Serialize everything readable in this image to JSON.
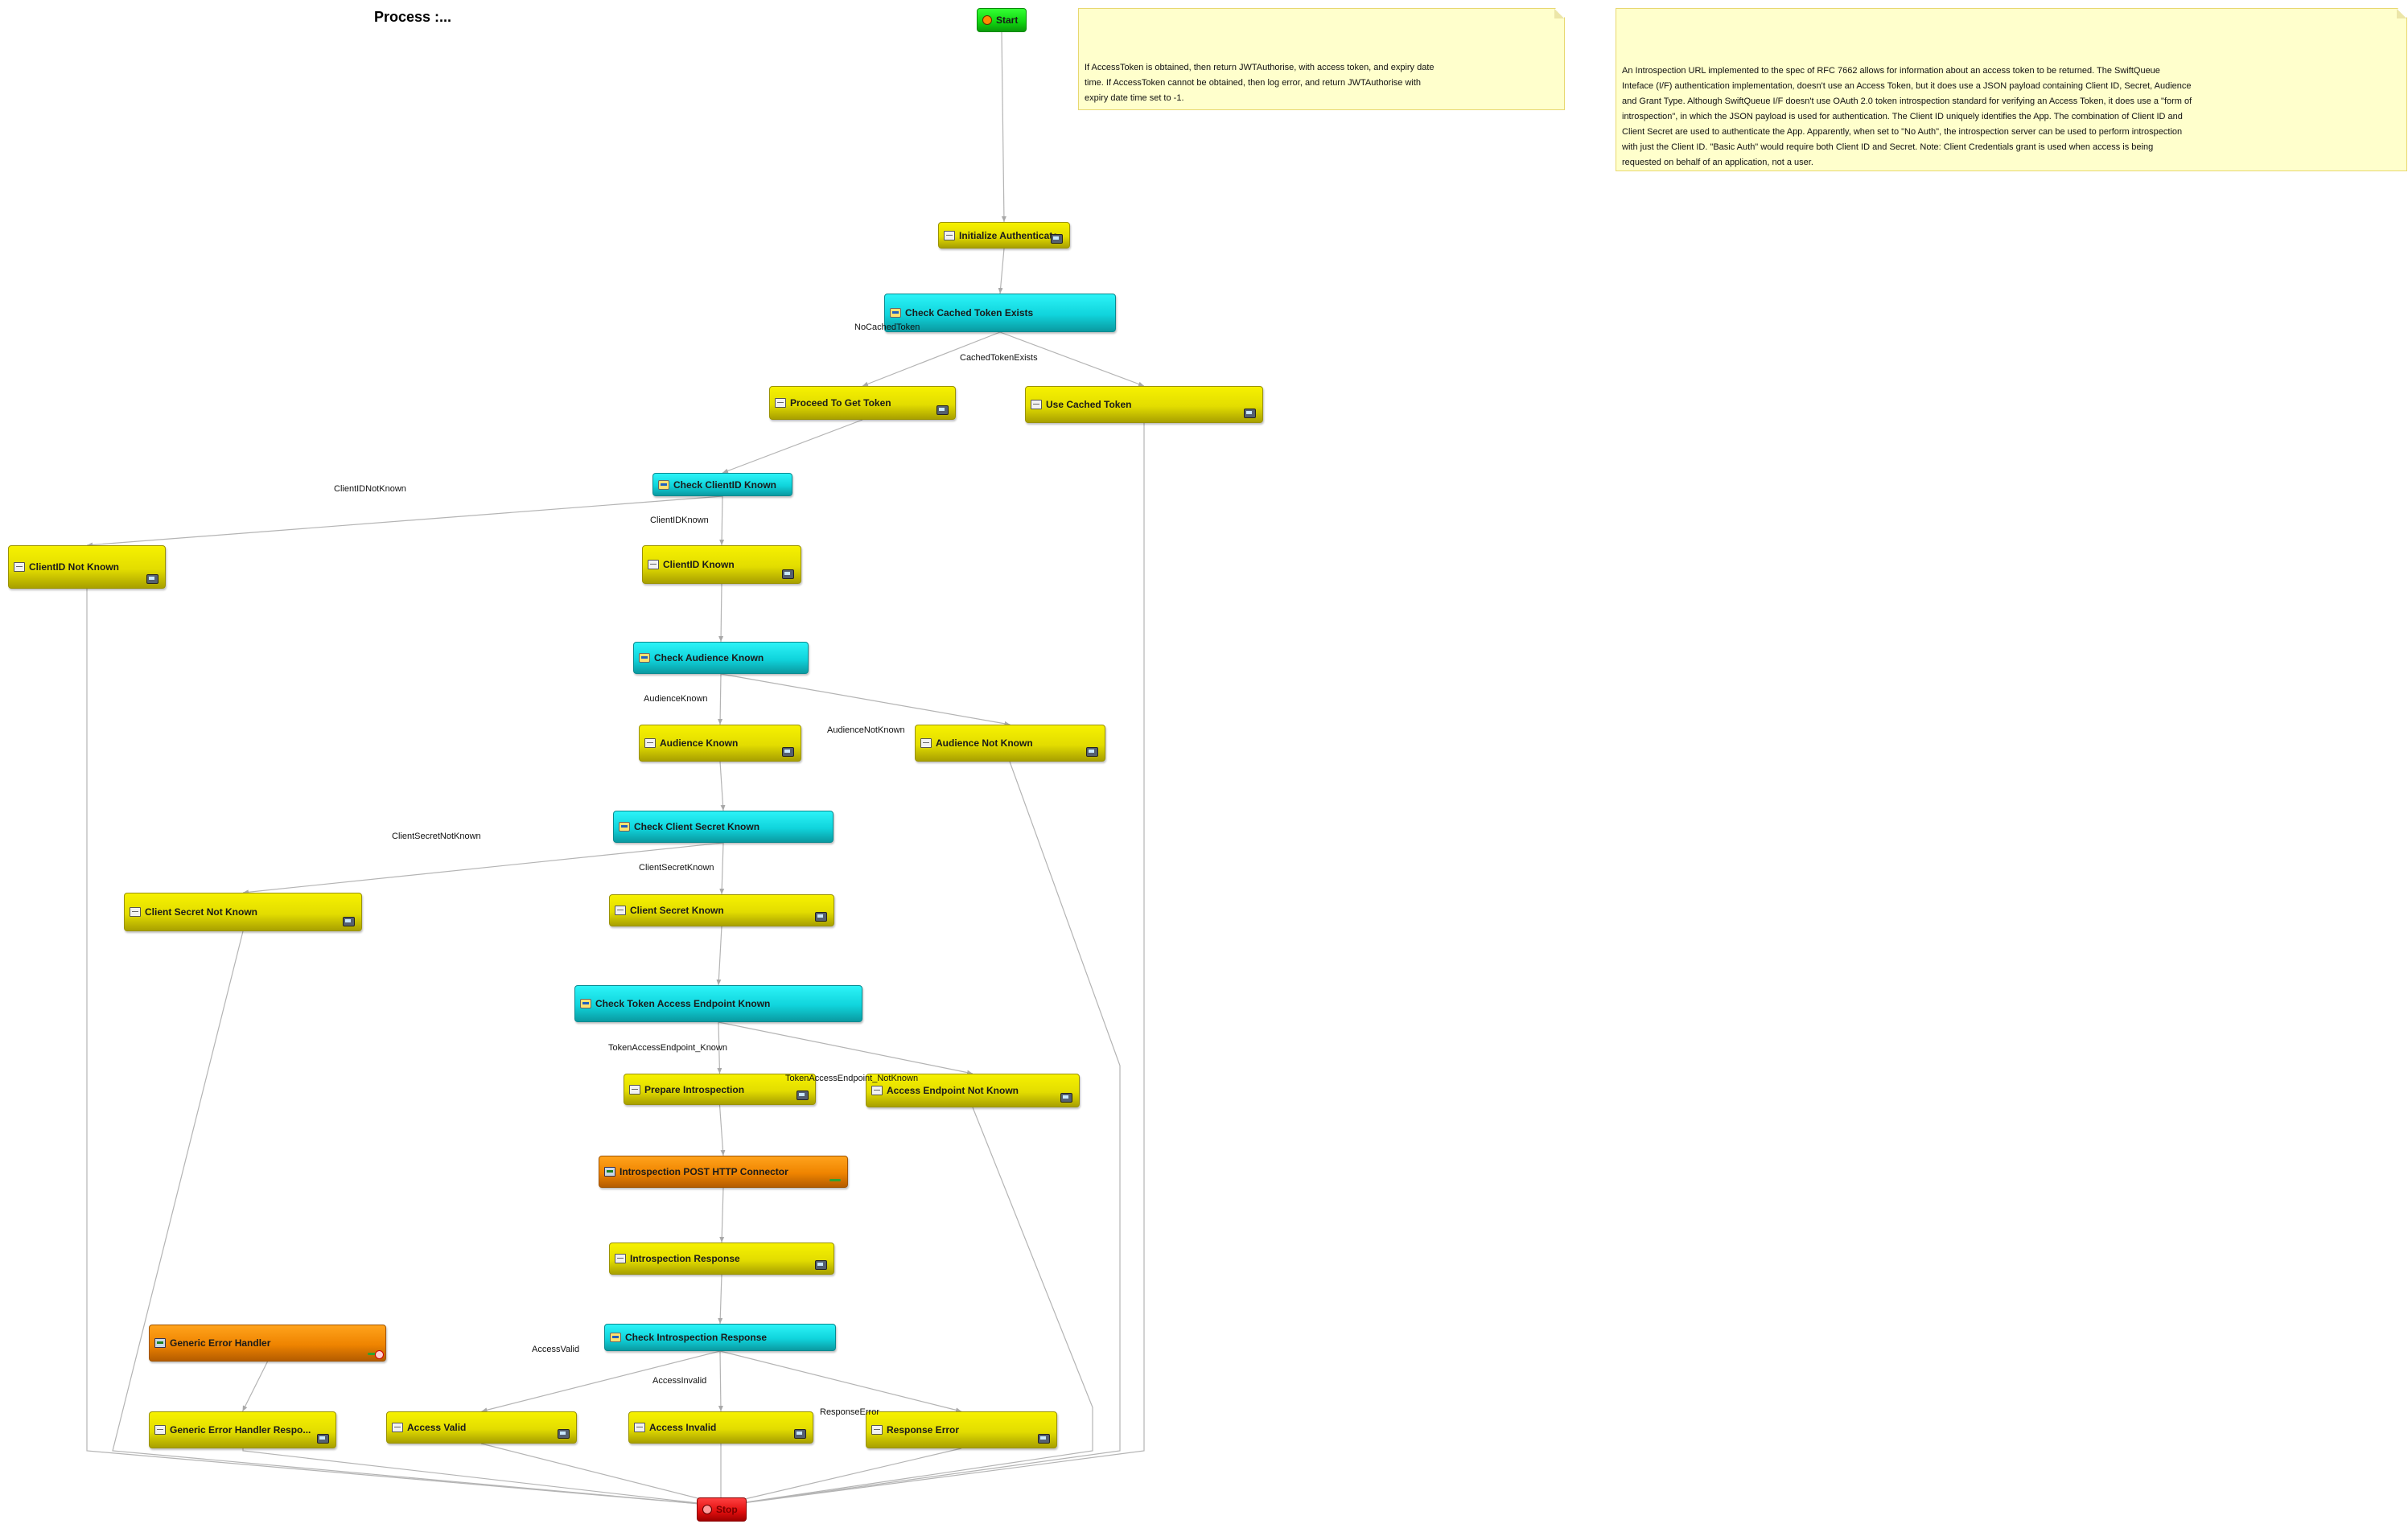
{
  "title": "Process :...",
  "nodes": [
    {
      "id": "start",
      "label": "Start",
      "kind": "start"
    },
    {
      "id": "init",
      "label": "Initialize Authenticate",
      "kind": "task"
    },
    {
      "id": "checkCached",
      "label": "Check Cached Token Exists",
      "kind": "decision"
    },
    {
      "id": "proceedGet",
      "label": "Proceed To Get Token",
      "kind": "task"
    },
    {
      "id": "useCached",
      "label": "Use Cached Token",
      "kind": "task"
    },
    {
      "id": "checkClientId",
      "label": "Check ClientID Known",
      "kind": "decision"
    },
    {
      "id": "clientIdNotKnown",
      "label": "ClientID Not Known",
      "kind": "task"
    },
    {
      "id": "clientIdKnown",
      "label": "ClientID Known",
      "kind": "task"
    },
    {
      "id": "checkAudience",
      "label": "Check Audience Known",
      "kind": "decision"
    },
    {
      "id": "audienceKnown",
      "label": "Audience Known",
      "kind": "task"
    },
    {
      "id": "audienceNotKnown",
      "label": "Audience Not Known",
      "kind": "task"
    },
    {
      "id": "checkSecret",
      "label": "Check Client Secret Known",
      "kind": "decision"
    },
    {
      "id": "secretNotKnown",
      "label": "Client Secret Not Known",
      "kind": "task"
    },
    {
      "id": "secretKnown",
      "label": "Client Secret Known",
      "kind": "task"
    },
    {
      "id": "checkEndpoint",
      "label": "Check Token Access Endpoint Known",
      "kind": "decision"
    },
    {
      "id": "prepareIntro",
      "label": "Prepare Introspection",
      "kind": "task"
    },
    {
      "id": "endpointNotKnown",
      "label": "Access Endpoint Not Known",
      "kind": "task"
    },
    {
      "id": "introPost",
      "label": "Introspection POST HTTP Connector",
      "kind": "connector"
    },
    {
      "id": "introResponse",
      "label": "Introspection Response",
      "kind": "task"
    },
    {
      "id": "genericError",
      "label": "Generic Error Handler",
      "kind": "connector"
    },
    {
      "id": "checkIntroResp",
      "label": "Check Introspection Response",
      "kind": "decision"
    },
    {
      "id": "genericErrorResp",
      "label": "Generic Error Handler Respo...",
      "kind": "task"
    },
    {
      "id": "accessValid",
      "label": "Access Valid",
      "kind": "task"
    },
    {
      "id": "accessInvalid",
      "label": "Access Invalid",
      "kind": "task"
    },
    {
      "id": "responseError",
      "label": "Response Error",
      "kind": "task"
    },
    {
      "id": "stop",
      "label": "Stop",
      "kind": "stop"
    }
  ],
  "edges": [
    {
      "from": "start",
      "to": "init",
      "label": ""
    },
    {
      "from": "init",
      "to": "checkCached",
      "label": ""
    },
    {
      "from": "checkCached",
      "to": "proceedGet",
      "label": "NoCachedToken"
    },
    {
      "from": "checkCached",
      "to": "useCached",
      "label": "CachedTokenExists"
    },
    {
      "from": "proceedGet",
      "to": "checkClientId",
      "label": ""
    },
    {
      "from": "checkClientId",
      "to": "clientIdNotKnown",
      "label": "ClientIDNotKnown"
    },
    {
      "from": "checkClientId",
      "to": "clientIdKnown",
      "label": "ClientIDKnown"
    },
    {
      "from": "clientIdKnown",
      "to": "checkAudience",
      "label": ""
    },
    {
      "from": "checkAudience",
      "to": "audienceKnown",
      "label": "AudienceKnown"
    },
    {
      "from": "checkAudience",
      "to": "audienceNotKnown",
      "label": "AudienceNotKnown"
    },
    {
      "from": "audienceKnown",
      "to": "checkSecret",
      "label": ""
    },
    {
      "from": "checkSecret",
      "to": "secretNotKnown",
      "label": "ClientSecretNotKnown"
    },
    {
      "from": "checkSecret",
      "to": "secretKnown",
      "label": "ClientSecretKnown"
    },
    {
      "from": "secretKnown",
      "to": "checkEndpoint",
      "label": ""
    },
    {
      "from": "checkEndpoint",
      "to": "prepareIntro",
      "label": "TokenAccessEndpoint_Known"
    },
    {
      "from": "checkEndpoint",
      "to": "endpointNotKnown",
      "label": "TokenAccessEndpoint_NotKnown"
    },
    {
      "from": "prepareIntro",
      "to": "introPost",
      "label": ""
    },
    {
      "from": "introPost",
      "to": "introResponse",
      "label": ""
    },
    {
      "from": "introResponse",
      "to": "checkIntroResp",
      "label": ""
    },
    {
      "from": "checkIntroResp",
      "to": "accessValid",
      "label": "AccessValid"
    },
    {
      "from": "checkIntroResp",
      "to": "accessInvalid",
      "label": "AccessInvalid"
    },
    {
      "from": "checkIntroResp",
      "to": "responseError",
      "label": "ResponseError"
    },
    {
      "from": "genericError",
      "to": "genericErrorResp",
      "label": ""
    },
    {
      "from": "clientIdNotKnown",
      "to": "stop",
      "label": ""
    },
    {
      "from": "secretNotKnown",
      "to": "stop",
      "label": ""
    },
    {
      "from": "genericErrorResp",
      "to": "stop",
      "label": ""
    },
    {
      "from": "accessValid",
      "to": "stop",
      "label": ""
    },
    {
      "from": "accessInvalid",
      "to": "stop",
      "label": ""
    },
    {
      "from": "responseError",
      "to": "stop",
      "label": ""
    },
    {
      "from": "endpointNotKnown",
      "to": "stop",
      "label": ""
    },
    {
      "from": "audienceNotKnown",
      "to": "stop",
      "label": ""
    },
    {
      "from": "useCached",
      "to": "stop",
      "label": ""
    }
  ],
  "notes": [
    {
      "id": "note1",
      "lines": [
        "If AccessToken is obtained, then return JWTAuthorise, with access token, and expiry date",
        "time.  If AccessToken cannot be obtained, then log error, and return JWTAuthorise with",
        "expiry date time set to -1."
      ]
    },
    {
      "id": "note2",
      "lines": [
        "An Introspection URL implemented to the spec of RFC 7662 allows for information about an access token to be returned.  The SwiftQueue",
        "Inteface (I/F) authentication implementation, doesn't use an Access Token, but it does use a JSON payload containing Client ID, Secret, Audience",
        "and Grant Type.  Although SwiftQueue I/F doesn't use OAuth 2.0 token introspection standard for verifying an Access Token, it does use a \"form of",
        "introspection\", in which the JSON payload is used for authentication. The Client ID uniquely identifies the App.  The combination of Client ID and",
        "Client Secret are used to authenticate the App.  Apparently, when set to \"No Auth\", the introspection server can be used to perform introspection",
        "with just the Client ID.  \"Basic Auth\" would require both Client ID and Secret. Note: Client Credentials grant is used when access is being",
        "requested on behalf of an application, not a user."
      ]
    }
  ]
}
